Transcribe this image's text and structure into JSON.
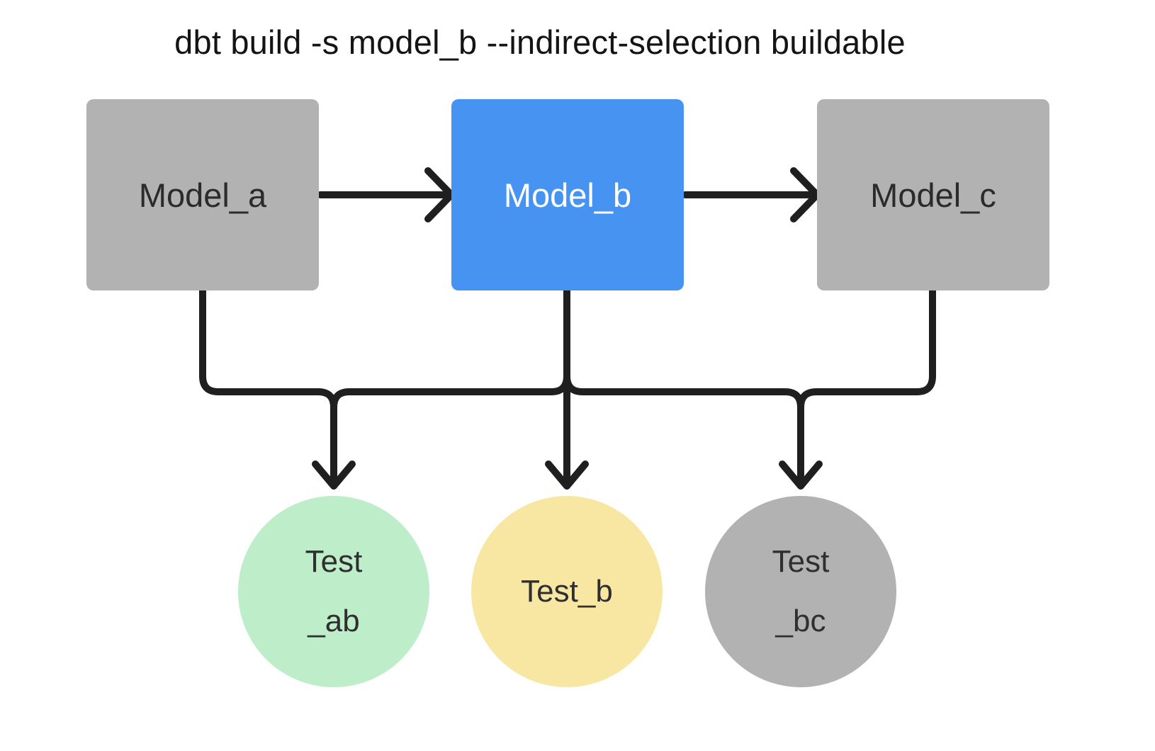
{
  "title": "dbt build -s model_b --indirect-selection buildable",
  "diagram": {
    "models": [
      {
        "id": "model_a",
        "label": "Model_a",
        "fill": "#b2b2b2",
        "selected": false
      },
      {
        "id": "model_b",
        "label": "Model_b",
        "fill": "#4793f2",
        "selected": true
      },
      {
        "id": "model_c",
        "label": "Model_c",
        "fill": "#b2b2b2",
        "selected": false
      }
    ],
    "tests": [
      {
        "id": "test_ab",
        "label_lines": [
          "Test",
          "_ab"
        ],
        "fill": "#bdedc9"
      },
      {
        "id": "test_b",
        "label_lines": [
          "Test_b"
        ],
        "fill": "#f8e7a3"
      },
      {
        "id": "test_bc",
        "label_lines": [
          "Test",
          "_bc"
        ],
        "fill": "#b2b2b2"
      }
    ],
    "edges": [
      {
        "from": "model_a",
        "to": "model_b"
      },
      {
        "from": "model_b",
        "to": "model_c"
      },
      {
        "from": "model_a",
        "to": "test_ab"
      },
      {
        "from": "model_b",
        "to": "test_ab"
      },
      {
        "from": "model_b",
        "to": "test_b"
      },
      {
        "from": "model_b",
        "to": "test_bc"
      },
      {
        "from": "model_c",
        "to": "test_bc"
      }
    ],
    "colors": {
      "background": "#ffffff",
      "node_gray": "#b2b2b2",
      "selected_blue": "#4793f2",
      "test_green": "#bdedc9",
      "test_yellow": "#f8e7a3",
      "edge_black": "#1f1f1f",
      "title_text": "#141414",
      "label_dark": "#2b2b2b",
      "label_on_blue": "#ffffff"
    }
  }
}
